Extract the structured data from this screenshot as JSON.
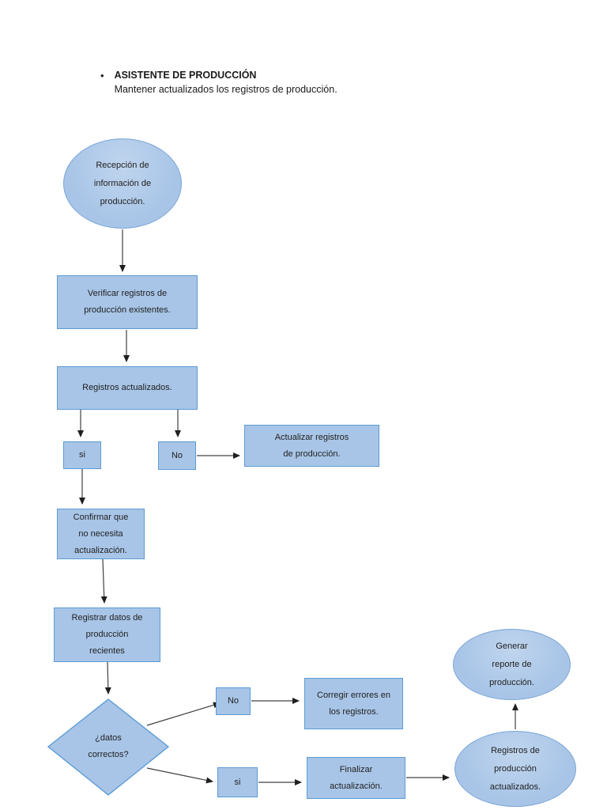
{
  "header": {
    "bullet": "•",
    "title": "ASISTENTE DE PRODUCCIÓN",
    "subtitle": "Mantener actualizados los registros de producción."
  },
  "colors": {
    "node-fill": "#a8c5e7",
    "node-border": "#5b9bd5",
    "ellipse-border": "#7aa5d8",
    "connector": "#404040",
    "arrowhead": "#1f1f1f",
    "text": "#1f1f1f",
    "page-bg": "#ffffff"
  },
  "nodes": {
    "start": {
      "label": "Recepción de\ninformación de\nproducción."
    },
    "verify": {
      "label": "Verificar registros de\nproducción existentes."
    },
    "updated": {
      "label": "Registros actualizados."
    },
    "yes1": {
      "label": "si"
    },
    "no1": {
      "label": "No"
    },
    "update": {
      "label": "Actualizar registros\nde producción."
    },
    "confirm": {
      "label": "Confirmar que\nno necesita\nactualización."
    },
    "record": {
      "label": "Registrar datos de\nproducción\nrecientes"
    },
    "decision": {
      "label": "¿datos\ncorrectos?"
    },
    "no2": {
      "label": "No"
    },
    "fix": {
      "label": "Corregir errores en\nlos registros."
    },
    "yes2": {
      "label": "si"
    },
    "finish": {
      "label": "Finalizar\nactualización."
    },
    "updated_records": {
      "label": "Registros de\nproducción\nactualizados."
    },
    "report": {
      "label": "Generar\nreporte de\nproducción."
    }
  }
}
